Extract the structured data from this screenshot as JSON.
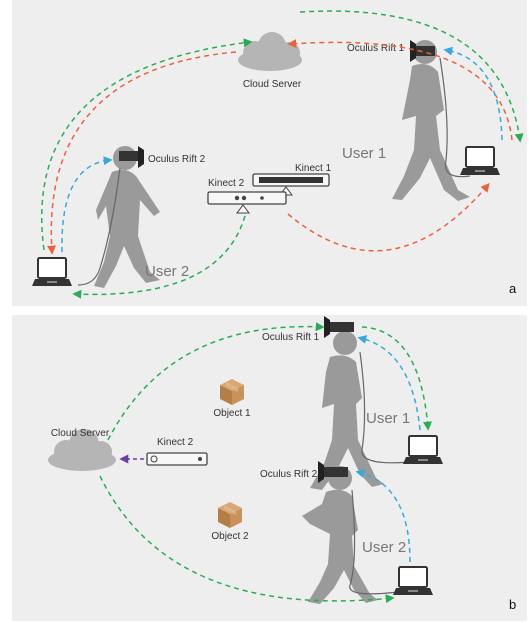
{
  "panel_a": {
    "letter": "a",
    "cloud_label": "Cloud Server",
    "oculus_1": "Oculus Rift 1",
    "oculus_2": "Oculus Rift 2",
    "kinect_1": "Kinect 1",
    "kinect_2": "Kinect 2",
    "user_1": "User 1",
    "user_2": "User 2"
  },
  "panel_b": {
    "letter": "b",
    "cloud_label": "Cloud Server",
    "oculus_1": "Oculus Rift 1",
    "oculus_2": "Oculus Rift 2",
    "kinect_2": "Kinect 2",
    "object_1": "Object 1",
    "object_2": "Object 2",
    "user_1": "User 1",
    "user_2": "User 2"
  },
  "colors": {
    "green": "#2bab57",
    "red": "#e8623f",
    "blue": "#3aa9d9",
    "purple": "#6b3fa0",
    "figure": "#9a9a9a",
    "panel_bg": "#eeeeee"
  }
}
